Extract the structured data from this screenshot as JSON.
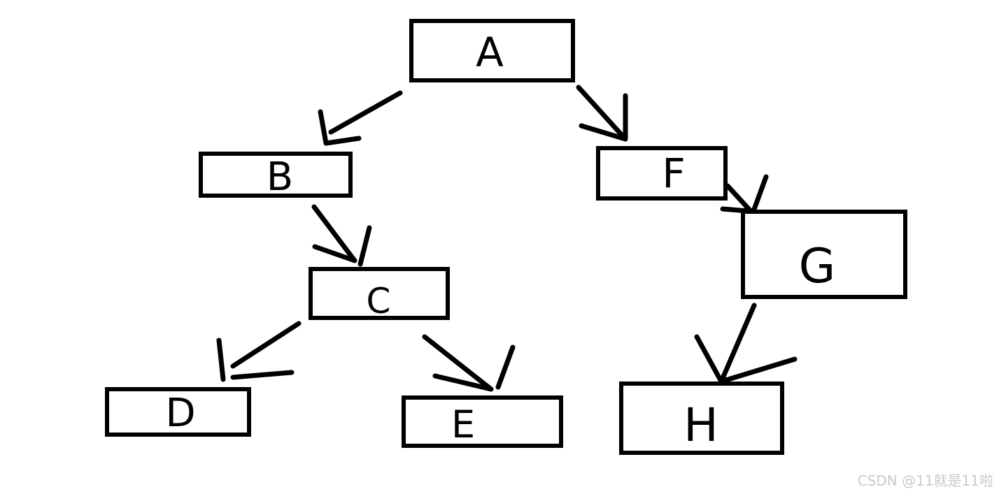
{
  "diagram": {
    "type": "hand-drawn tree",
    "ink_color": "#000000",
    "background_color": "#ffffff",
    "nodes": [
      {
        "id": "A",
        "label": "A"
      },
      {
        "id": "B",
        "label": "B"
      },
      {
        "id": "C",
        "label": "C"
      },
      {
        "id": "D",
        "label": "D"
      },
      {
        "id": "E",
        "label": "E"
      },
      {
        "id": "F",
        "label": "F"
      },
      {
        "id": "G",
        "label": "G"
      },
      {
        "id": "H",
        "label": "H"
      }
    ],
    "edges": [
      {
        "from": "A",
        "to": "B"
      },
      {
        "from": "A",
        "to": "F"
      },
      {
        "from": "B",
        "to": "C"
      },
      {
        "from": "C",
        "to": "D"
      },
      {
        "from": "C",
        "to": "E"
      },
      {
        "from": "F",
        "to": "G"
      },
      {
        "from": "G",
        "to": "H"
      }
    ]
  },
  "watermark": {
    "text": "CSDN @11就是11啦",
    "color": "#c9c9c9"
  }
}
